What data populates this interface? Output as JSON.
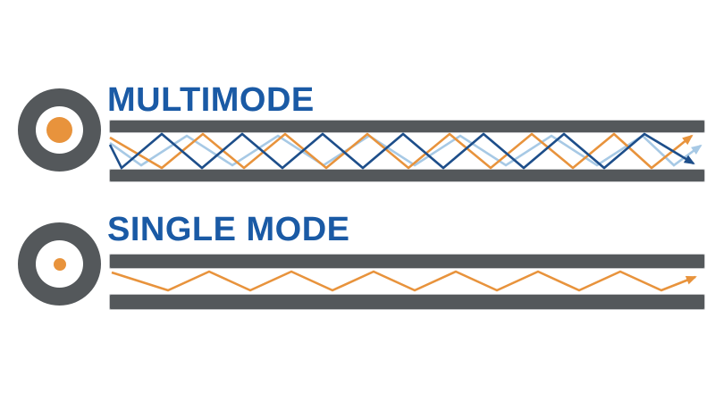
{
  "diagram": {
    "background": "#ffffff",
    "sections": [
      {
        "id": "multimode",
        "label": "MULTIMODE",
        "core_size": "large",
        "rays": [
          {
            "name": "multimode-ray-navy",
            "color_key": "navy"
          },
          {
            "name": "multimode-ray-orange",
            "color_key": "orange"
          },
          {
            "name": "multimode-ray-lightblue",
            "color_key": "lightblue"
          }
        ]
      },
      {
        "id": "singlemode",
        "label": "SINGLE MODE",
        "core_size": "small",
        "rays": [
          {
            "name": "singlemode-ray-orange",
            "color_key": "orange"
          }
        ]
      }
    ]
  },
  "colors": {
    "navy": "#1d4e8a",
    "orange": "#e8933c",
    "lightblue": "#a7c9e5",
    "gray": "#54585b",
    "titleblue": "#1a5aa5",
    "white": "#ffffff"
  }
}
